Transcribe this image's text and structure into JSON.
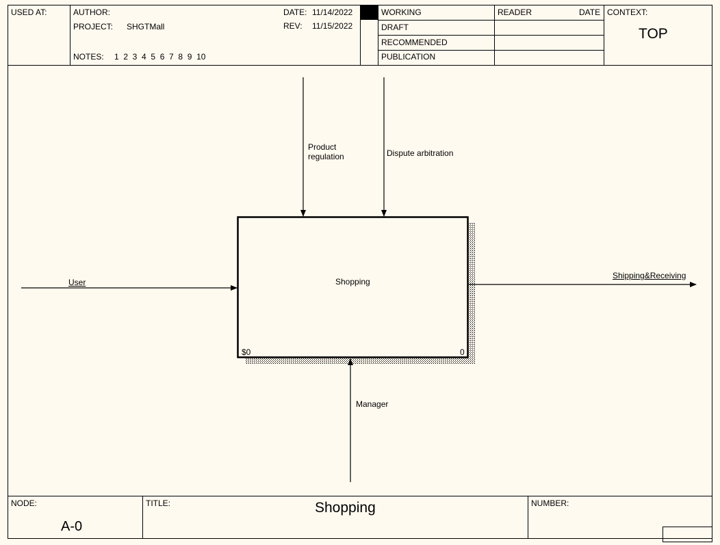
{
  "header": {
    "used_at_label": "USED AT:",
    "author_label": "AUTHOR:",
    "project_label": "PROJECT:",
    "project_value": "SHGTMall",
    "notes_label": "NOTES:",
    "notes_numbers": "1  2  3  4  5  6  7  8  9  10",
    "date_label": "DATE:",
    "date_value": "11/14/2022",
    "rev_label": "REV:",
    "rev_value": "11/15/2022",
    "status_options": [
      "WORKING",
      "DRAFT",
      "RECOMMENDED",
      "PUBLICATION"
    ],
    "status_selected": "WORKING",
    "reader_label": "READER",
    "reader_date_label": "DATE",
    "context_label": "CONTEXT:",
    "context_value": "TOP"
  },
  "diagram": {
    "activity_label": "Shopping",
    "activity_cost": "$0",
    "activity_number": "0",
    "arrows": {
      "control_1": "Product\nregulation",
      "control_2": "Dispute arbitration",
      "input": "User",
      "output": "Shipping&Receiving",
      "mechanism": "Manager"
    }
  },
  "footer": {
    "node_label": "NODE:",
    "node_value": "A-0",
    "title_label": "TITLE:",
    "title_value": "Shopping",
    "number_label": "NUMBER:"
  },
  "colors": {
    "background": "#fffaf0",
    "line": "#000000"
  }
}
